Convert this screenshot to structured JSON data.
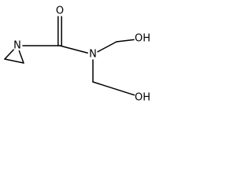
{
  "structure": {
    "atoms": [
      {
        "id": "a1",
        "element": "C"
      },
      {
        "id": "a2",
        "element": "C"
      },
      {
        "id": "a3",
        "element": "N",
        "label": "N"
      },
      {
        "id": "a4",
        "element": "C"
      },
      {
        "id": "a5",
        "element": "O",
        "label": "O"
      },
      {
        "id": "a6",
        "element": "N",
        "label": "N"
      },
      {
        "id": "a7",
        "element": "C"
      },
      {
        "id": "a8",
        "element": "O",
        "label": "OH"
      },
      {
        "id": "a9",
        "element": "C"
      },
      {
        "id": "a10",
        "element": "O",
        "label": "OH"
      }
    ],
    "bonds": [
      {
        "from": "a1",
        "to": "a2",
        "order": 1
      },
      {
        "from": "a1",
        "to": "a3",
        "order": 1
      },
      {
        "from": "a2",
        "to": "a3",
        "order": 1
      },
      {
        "from": "a3",
        "to": "a4",
        "order": 1
      },
      {
        "from": "a4",
        "to": "a5",
        "order": 2
      },
      {
        "from": "a4",
        "to": "a6",
        "order": 1
      },
      {
        "from": "a6",
        "to": "a7",
        "order": 1
      },
      {
        "from": "a7",
        "to": "a8",
        "order": 1
      },
      {
        "from": "a6",
        "to": "a9",
        "order": 1
      },
      {
        "from": "a9",
        "to": "a10",
        "order": 1
      }
    ]
  }
}
